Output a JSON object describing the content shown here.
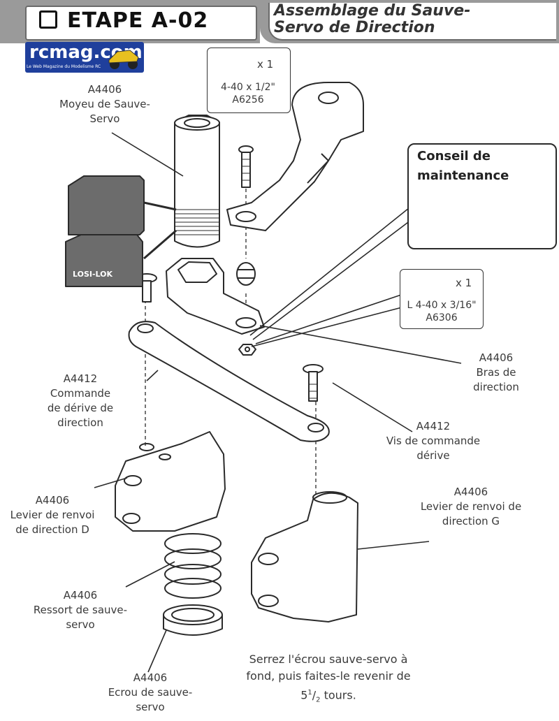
{
  "header": {
    "step_title": "ETAPE A-02",
    "subtitle_line1": "Assemblage du Sauve-",
    "subtitle_line2": "Servo de Direction"
  },
  "logo": {
    "name": "rcmag.com",
    "tagline": "Le Web Magazine du Modelisme RC"
  },
  "hardware": {
    "screw": {
      "qty": "x 1",
      "size": "4-40 x 1/2\"",
      "part": "A6256"
    },
    "nut": {
      "qty": "x 1",
      "size": "L 4-40 x 3/16\"",
      "part": "A6306"
    }
  },
  "tip": {
    "title_line1": "Conseil de",
    "title_line2": "maintenance"
  },
  "losi_lok": "LOSI-LOK",
  "parts": {
    "hub": {
      "code": "A4406",
      "name1": "Moyeu de Sauve-",
      "name2": "Servo"
    },
    "arm": {
      "code": "A4406",
      "name1": "Bras de",
      "name2": "direction"
    },
    "drag_link": {
      "code": "A4412",
      "name1": "Commande",
      "name2": "de dérive de",
      "name3": "direction"
    },
    "drag_screw": {
      "code": "A4412",
      "name1": "Vis de commande",
      "name2": "dérive"
    },
    "bellcrank_r": {
      "code": "A4406",
      "name1": "Levier de renvoi",
      "name2": "de direction D"
    },
    "bellcrank_l": {
      "code": "A4406",
      "name1": "Levier de renvoi de",
      "name2": "direction G"
    },
    "spring": {
      "code": "A4406",
      "name1": "Ressort de sauve-",
      "name2": "servo"
    },
    "nut": {
      "code": "A4406",
      "name1": "Ecrou de sauve-",
      "name2": "servo"
    }
  },
  "instruction": {
    "line1": "Serrez l'écrou sauve-servo à",
    "line2": "fond, puis faites-le revenir de",
    "line3_whole": "5",
    "line3_num": "1",
    "line3_den": "2",
    "line3_rest": " tours."
  },
  "colors": {
    "header_gray": "#9a9a9a",
    "logo_blue": "#1f3f9c",
    "line": "#2a2a2a"
  }
}
